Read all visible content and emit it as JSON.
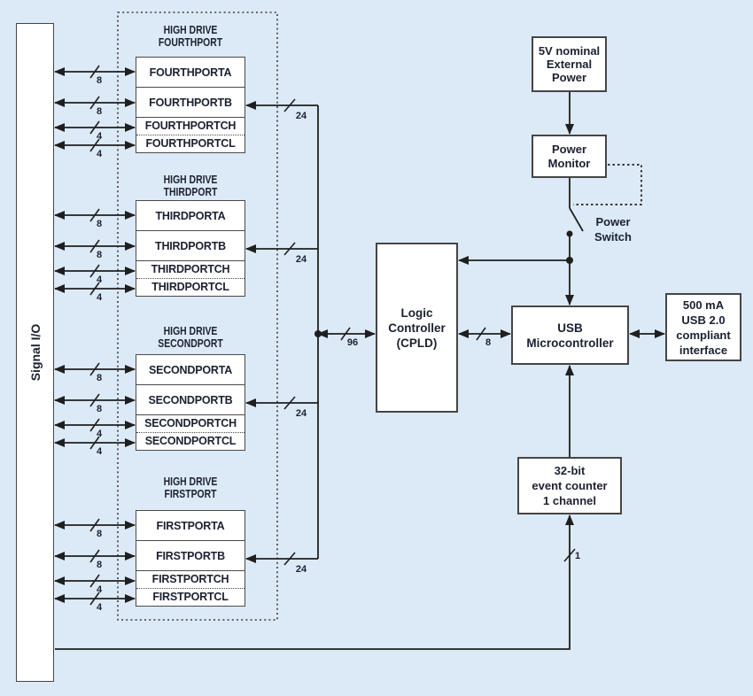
{
  "colors": {
    "background": "#dce9f6",
    "box_fill": "#ffffff",
    "box_border": "#454545",
    "line": "#1f1f1f",
    "text": "#1c2130"
  },
  "signal_io": {
    "label": "Signal I/O"
  },
  "groups": [
    {
      "title": "HIGH DRIVE\nFOURTHPORT",
      "ports": {
        "a": "FOURTHPORTA",
        "b": "FOURTHPORTB",
        "ch": "FOURTHPORTCH",
        "cl": "FOURTHPORTCL"
      },
      "bus_widths": {
        "a": "8",
        "b": "8",
        "ch": "4",
        "cl": "4"
      },
      "bus_out": "24"
    },
    {
      "title": "HIGH DRIVE\nTHIRDPORT",
      "ports": {
        "a": "THIRDPORTA",
        "b": "THIRDPORTB",
        "ch": "THIRDPORTCH",
        "cl": "THIRDPORTCL"
      },
      "bus_widths": {
        "a": "8",
        "b": "8",
        "ch": "4",
        "cl": "4"
      },
      "bus_out": "24"
    },
    {
      "title": "HIGH DRIVE\nSECONDPORT",
      "ports": {
        "a": "SECONDPORTA",
        "b": "SECONDPORTB",
        "ch": "SECONDPORTCH",
        "cl": "SECONDPORTCL"
      },
      "bus_widths": {
        "a": "8",
        "b": "8",
        "ch": "4",
        "cl": "4"
      },
      "bus_out": "24"
    },
    {
      "title": "HIGH DRIVE\nFIRSTPORT",
      "ports": {
        "a": "FIRSTPORTA",
        "b": "FIRSTPORTB",
        "ch": "FIRSTPORTCH",
        "cl": "FIRSTPORTCL"
      },
      "bus_widths": {
        "a": "8",
        "b": "8",
        "ch": "4",
        "cl": "4"
      },
      "bus_out": "24"
    }
  ],
  "nodes": {
    "external_power": {
      "label": "5V nominal\nExternal\nPower"
    },
    "power_monitor": {
      "label": "Power\nMonitor"
    },
    "power_switch": {
      "label": "Power\nSwitch"
    },
    "logic_controller": {
      "label": "Logic\nController\n(CPLD)"
    },
    "usb_micro": {
      "label": "USB\nMicrocontroller"
    },
    "usb_interface": {
      "label": "500 mA\nUSB 2.0\ncompliant\ninterface"
    },
    "event_counter": {
      "label": "32-bit\nevent counter\n1 channel"
    }
  },
  "buses": {
    "cpld_bus": "96",
    "usb_bus": "8",
    "counter_bus": "1"
  }
}
